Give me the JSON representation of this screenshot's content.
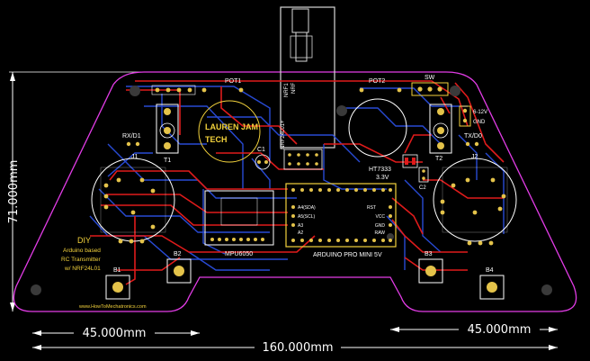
{
  "dimensions": {
    "height": "71.000mm",
    "left_width": "45.000mm",
    "right_width": "45.000mm",
    "total_width": "160.000mm"
  },
  "labels": {
    "pot1": "POT1",
    "pot2": "POT2",
    "sw": "SW",
    "nrf1": "NRF1",
    "nrf": "NRF",
    "nrf_module": "NRF24L01+",
    "rxd1": "RX/D1",
    "txd0": "TX/D0",
    "j1": "J1",
    "j2": "J2",
    "t1": "T1",
    "t2": "T2",
    "c1": "C1",
    "c2": "C2",
    "ht7333": "HT7333",
    "ht_voltage": "3.3V",
    "power_in": "6-12V",
    "gnd": "GND",
    "mpu": "MPU6050",
    "arduino": "ARDUINO PRO MINI 5V",
    "a4sda": "A4(SDA)",
    "a5scl": "A5(SCL)",
    "a3": "A3",
    "a2": "A2",
    "rst": "RST",
    "vcc": "VCC",
    "gnd_pin": "GND",
    "raw": "RAW",
    "b1": "B1",
    "b2": "B2",
    "b3": "B3",
    "b4": "B4",
    "diy": "DIY",
    "desc1": "Arduino based",
    "desc2": "RC Transmitter",
    "desc3": "w/ NRF24L01",
    "website": "www.HowToMechatronics.com",
    "logo_line1": "LAUREN JAM",
    "logo_line2": "TECH"
  },
  "colors": {
    "board_outline": "#e23ce6",
    "top_copper": "#e01b1b",
    "bottom_copper": "#2b4fe0",
    "silkscreen": "#ffffff",
    "pad": "#e4c34a",
    "logo": "#f3d23c",
    "background": "#000000"
  }
}
